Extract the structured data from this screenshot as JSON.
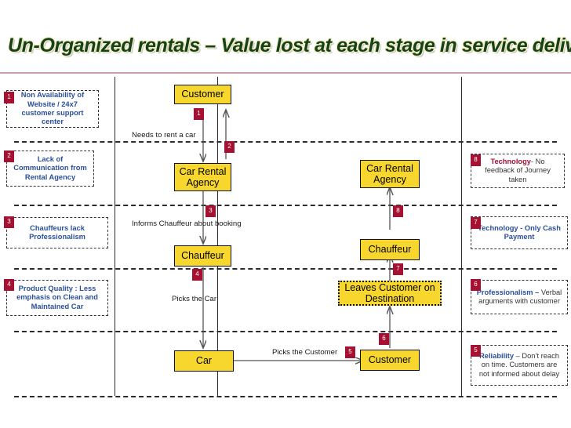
{
  "slide": {
    "title": "Un-Organized rentals – Value lost at each stage in service delivery",
    "accent_green": "#17401c",
    "accent_yellow": "#f7d72e",
    "accent_red": "#a61031",
    "accent_blue": "#2a4f9b"
  },
  "issues_left": [
    {
      "badge": "1",
      "text": "Non Availability of Website / 24x7 customer support center"
    },
    {
      "badge": "2",
      "text": "Lack of Communication from Rental Agency"
    },
    {
      "badge": "3",
      "text": "Chauffeurs lack Professionalism"
    },
    {
      "badge": "4",
      "text": "Product Quality : Less emphasis on Clean and Maintained Car"
    }
  ],
  "issues_right": [
    {
      "badge": "8",
      "bold": "Technology",
      "rest": "- No feedback of Journey taken"
    },
    {
      "badge": "7",
      "bold": "Technology -",
      "rest": "Only Cash Payment"
    },
    {
      "badge": "6",
      "bold": "Professionalism –",
      "rest": "Verbal arguments with customer"
    },
    {
      "badge": "5",
      "bold": "Reliability",
      "rest": "– Don’t reach on time. Customers are not informed about delay"
    }
  ],
  "process_boxes": [
    {
      "id": "customer-top",
      "label": "Customer"
    },
    {
      "id": "agency-left",
      "label": "Car Rental Agency"
    },
    {
      "id": "chauffeur-left",
      "label": "Chauffeur"
    },
    {
      "id": "car",
      "label": "Car"
    },
    {
      "id": "agency-right",
      "label": "Car Rental Agency"
    },
    {
      "id": "chauffeur-right",
      "label": "Chauffeur"
    },
    {
      "id": "leaves-destination",
      "label": "Leaves Customer on Destination"
    },
    {
      "id": "customer-bottom",
      "label": "Customer"
    }
  ],
  "flow_labels": [
    {
      "id": "needs-rent",
      "text": "Needs to rent a car"
    },
    {
      "id": "informs-chauffeur",
      "text": "Informs Chauffeur about booking"
    },
    {
      "id": "picks-car",
      "text": "Picks the Car"
    },
    {
      "id": "picks-customer",
      "text": "Picks the Customer"
    }
  ],
  "flow_badges": [
    {
      "id": "step-1",
      "n": "1"
    },
    {
      "id": "step-2",
      "n": "2"
    },
    {
      "id": "step-3",
      "n": "3"
    },
    {
      "id": "step-4",
      "n": "4"
    },
    {
      "id": "step-5",
      "n": "5"
    },
    {
      "id": "step-6",
      "n": "6"
    },
    {
      "id": "step-7",
      "n": "7"
    },
    {
      "id": "step-8",
      "n": "8"
    }
  ]
}
